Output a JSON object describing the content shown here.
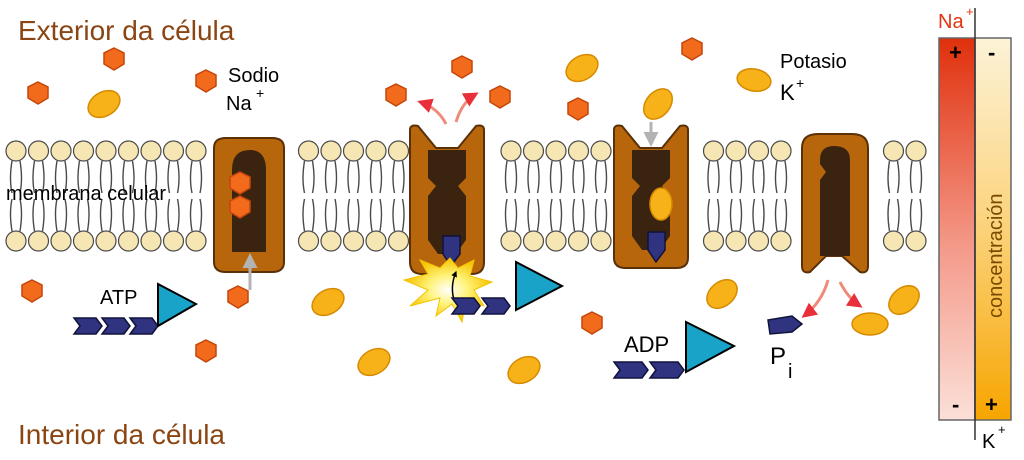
{
  "labels": {
    "exterior": "Exterior da célula",
    "interior": "Interior da célula",
    "membrane": "membrana celular",
    "sodium_name": "Sodio",
    "sodium_symbol": "Na",
    "potassium_name": "Potasio",
    "potassium_symbol": "K",
    "charge_plus": "+",
    "atp": "ATP",
    "adp": "ADP",
    "pi_base": "P",
    "pi_sub": "i",
    "concentration": "concentración",
    "gradient_na": "Na",
    "gradient_k": "K",
    "gradient_plus": "+",
    "gradient_minus": "-"
  },
  "colors": {
    "exterior_text": "#8b4513",
    "protein_outer": "#b8660b",
    "protein_inner": "#3a2410",
    "sodium_ion": "#f26b1d",
    "potassium_ion": "#f7b21a",
    "phosphate": "#2f3380",
    "atp_triangle": "#1aa3c9",
    "lipid_head": "#f6e6b4",
    "na_gradient_top": "#e63312",
    "k_gradient_bottom": "#f7a500",
    "arrow_red": "#e8303a",
    "arrow_gray": "#b3b3b3"
  }
}
